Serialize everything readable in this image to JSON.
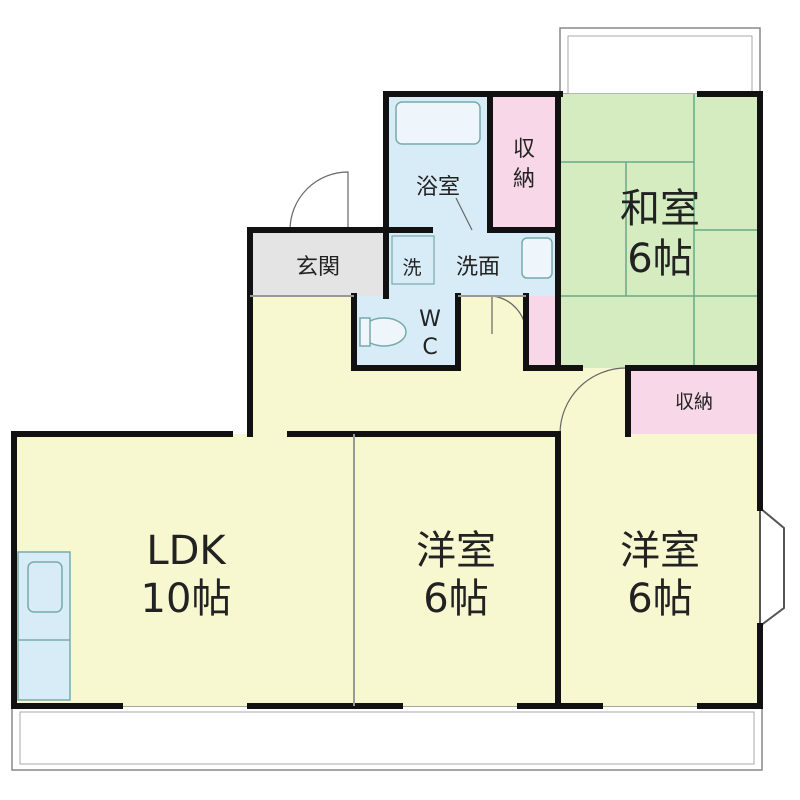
{
  "rooms": {
    "ldk": {
      "name": "LDK",
      "size": "10帖"
    },
    "western1": {
      "name": "洋室",
      "size": "6帖"
    },
    "western2": {
      "name": "洋室",
      "size": "6帖"
    },
    "japanese": {
      "name": "和室",
      "size": "6帖"
    },
    "bath": {
      "name": "浴室"
    },
    "storage_top_line1": "収",
    "storage_top_line2": "納",
    "storage_right": "収納",
    "entrance": "玄関",
    "washroom": "洗面",
    "washer": "洗",
    "wc_line1": "W",
    "wc_line2": "C"
  },
  "colors": {
    "wall": "#111111",
    "ldk": "#f8f8d0",
    "western": "#f8f8d0",
    "hall": "#f8f8d0",
    "japanese": "#d4ecc0",
    "wet": "#d8ecf8",
    "storage": "#f8d8e8",
    "entrance": "#e4e4e4",
    "balcony": "#ffffff"
  }
}
